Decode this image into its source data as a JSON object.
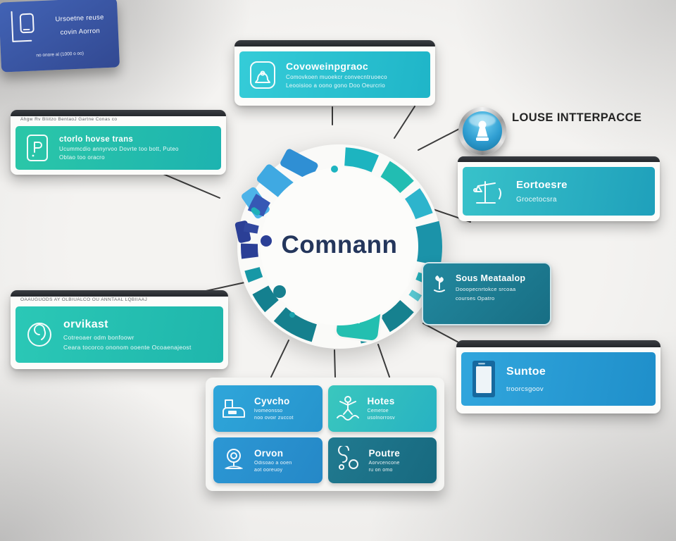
{
  "center": {
    "label": "Comnann"
  },
  "user_interface": {
    "label": "LOUSE INTTERPACCE"
  },
  "top_card": {
    "title": "Covoweinpgraoc",
    "line1": "Comovkoen muoekcr convecntruoeco",
    "line2": "Leooisioo a oono gono Doo Oeurcrio"
  },
  "right_card": {
    "title": "Eortoesre",
    "subtitle": "Grocetocsra"
  },
  "sous_card": {
    "title": "Sous Meataalop",
    "line1": "Dooopecnrtokce srcoaa",
    "line2": "courses Opatro"
  },
  "suntoe_card": {
    "title": "Suntoe",
    "subtitle": "troorcsgoov"
  },
  "left_top_card": {
    "titlebar_text": "Ahgw Rv Bliitzo BentaoJ Gartne Conas co",
    "title": "ctorlo hovse trans",
    "line1": "Ucummcdio annyrvoo Dovrte too bott, Puteo",
    "line2": "Obtao too oracro"
  },
  "indigo_card": {
    "line1": "Ursoetne reuse",
    "line2": "covin Aorron",
    "line3": "no onore al (1000 o oo)"
  },
  "left_bottom_card": {
    "titlebar_text": "OAAUGUODS AY OLBIUALCO OU ANNTAAL LQBIIAAJ",
    "title": "orvikast",
    "line1": "Cotreoaer odm bonfoowr",
    "line2": "Ceara tocorco ononom ooente Ocoaenajeost"
  },
  "grid_cards": [
    {
      "title": "Cyvcho",
      "line1": "lvomeonsso",
      "line2": "noo ovoir zuccot",
      "icon": "printer-icon"
    },
    {
      "title": "Hotes",
      "line1": "Cemetoe",
      "line2": "usolnorrosv",
      "icon": "person-icon"
    },
    {
      "title": "Orvon",
      "line1": "Odisoao a ooen",
      "line2": "aot ooreuoy",
      "icon": "webcam-icon"
    },
    {
      "title": "Poutre",
      "line1": "Aorvcencone",
      "line2": "ru on omo",
      "icon": "swirl-icon"
    }
  ],
  "colors": {
    "accent_teal": "#23b9c4",
    "accent_blue": "#2b9fd6",
    "dark_teal": "#1d7f96",
    "indigo": "#3b57a9",
    "navy_text": "#24365c",
    "line": "#3d3d3d"
  }
}
